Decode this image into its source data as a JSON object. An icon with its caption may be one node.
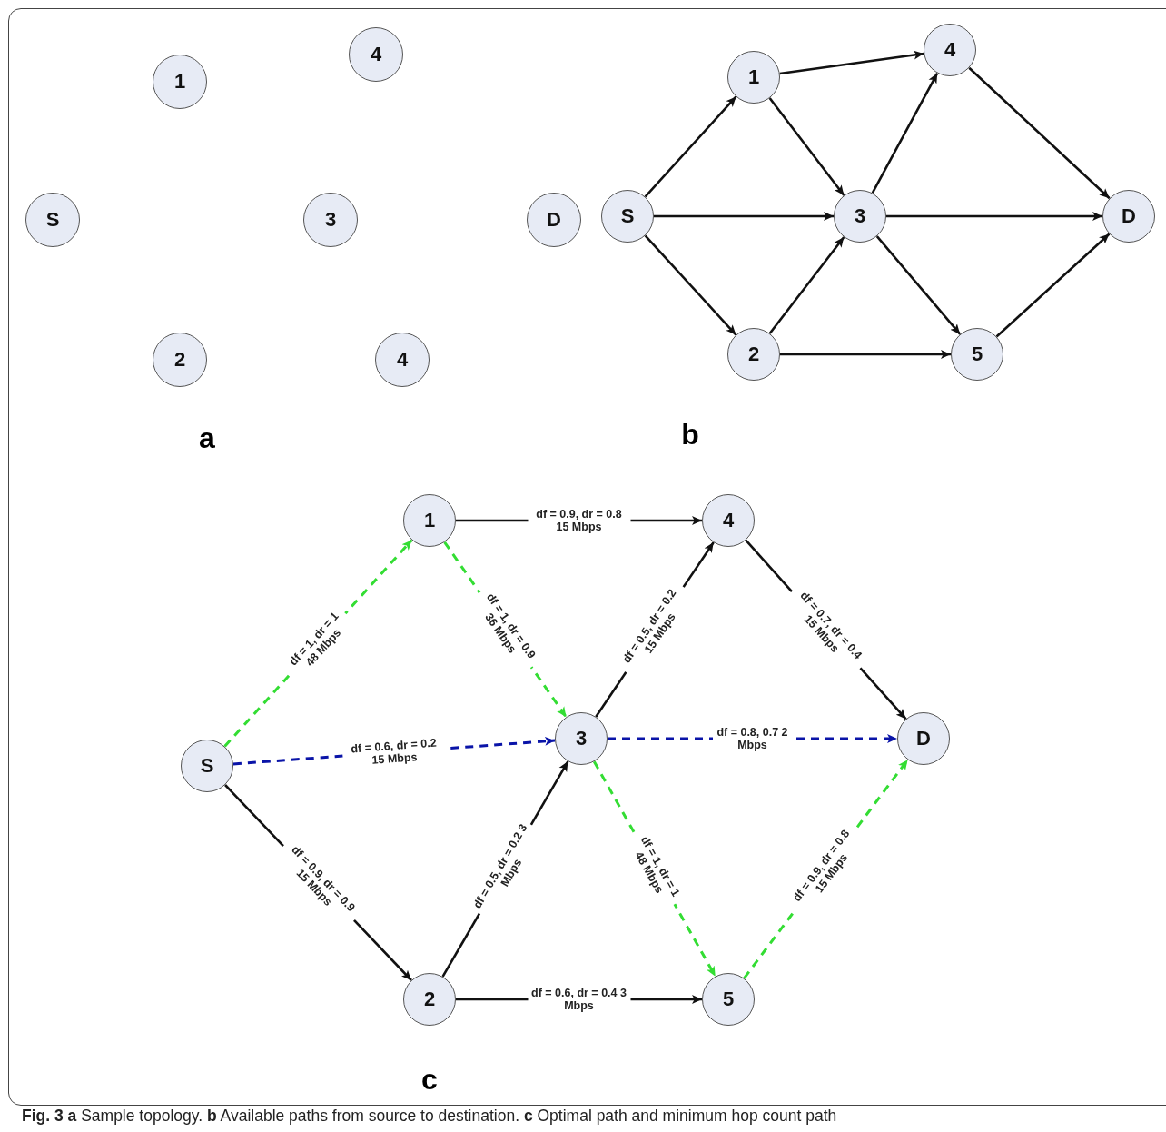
{
  "diagram": {
    "caption": "**Fig. 3 a** Sample topology. **b** Available paths from source to destination. **c** Optimal path and minimum hop count path",
    "nodes": [
      {
        "text": [
          "1"
        ]
      },
      {
        "text": [
          "4"
        ]
      },
      {
        "text": [
          "S"
        ]
      },
      {
        "text": [
          "3"
        ]
      },
      {
        "text": [
          "D"
        ]
      },
      {
        "text": [
          "2"
        ]
      },
      {
        "text": [
          "4"
        ]
      },
      {
        "text": [
          "1"
        ]
      },
      {
        "text": [
          "4"
        ]
      },
      {
        "text": [
          "S"
        ]
      },
      {
        "text": [
          "3"
        ]
      },
      {
        "text": [
          "D"
        ]
      },
      {
        "text": [
          "2"
        ]
      },
      {
        "text": [
          "5"
        ]
      },
      {
        "text": [
          "1"
        ]
      },
      {
        "text": [
          "4"
        ]
      },
      {
        "text": [
          "S"
        ]
      },
      {
        "text": [
          "3"
        ]
      },
      {
        "text": [
          "D"
        ]
      },
      {
        "text": [
          "2"
        ]
      },
      {
        "text": [
          "5"
        ]
      }
    ],
    "edges": [
      {
        "from": 9,
        "to": 7,
        "arrow": "to"
      },
      {
        "from": 9,
        "to": 10,
        "arrow": "to"
      },
      {
        "from": 9,
        "to": 12,
        "arrow": "to"
      },
      {
        "from": 7,
        "to": 8,
        "arrow": "to"
      },
      {
        "from": 7,
        "to": 10,
        "arrow": "to"
      },
      {
        "from": 12,
        "to": 10,
        "arrow": "to"
      },
      {
        "from": 12,
        "to": 13,
        "arrow": "to"
      },
      {
        "from": 10,
        "to": 8,
        "arrow": "to"
      },
      {
        "from": 10,
        "to": 11,
        "arrow": "to"
      },
      {
        "from": 10,
        "to": 13,
        "arrow": "to"
      },
      {
        "from": 8,
        "to": 11,
        "arrow": "to"
      },
      {
        "from": 13,
        "to": 11,
        "arrow": "to"
      },
      {
        "from": 16,
        "to": 14,
        "arrow": "to",
        "label": "df = 1, dr = 1 48 Mbps",
        "style": "dashed",
        "color": "#33dd33"
      },
      {
        "from": 14,
        "to": 15,
        "arrow": "to",
        "label": "df = 0.9, dr = 0.8 15 Mbps"
      },
      {
        "from": 14,
        "to": 17,
        "arrow": "to",
        "label": "df = 1, dr = 0.9 36 Mbps",
        "style": "dashed",
        "color": "#33dd33"
      },
      {
        "from": 16,
        "to": 17,
        "arrow": "to",
        "label": "df = 0.6, dr = 0.2 15 Mbps",
        "style": "dashed",
        "color": "#0a14a8"
      },
      {
        "from": 16,
        "to": 19,
        "arrow": "to",
        "label": "df = 0.9, dr = 0.9 15 Mbps"
      },
      {
        "from": 19,
        "to": 17,
        "arrow": "to",
        "label": "df = 0.5, dr = 0.2 3 Mbps"
      },
      {
        "from": 17,
        "to": 15,
        "arrow": "to",
        "label": "df = 0.5, dr = 0.2 15 Mbps"
      },
      {
        "from": 17,
        "to": 18,
        "arrow": "to",
        "label": "df = 0.8, 0.7 2 Mbps",
        "style": "dashed",
        "color": "#0a14a8"
      },
      {
        "from": 15,
        "to": 18,
        "arrow": "to",
        "label": "df = 0.7, dr = 0.4 15 Mbps"
      },
      {
        "from": 19,
        "to": 20,
        "arrow": "to",
        "label": "df = 0.6, dr = 0.4 3 Mbps"
      },
      {
        "from": 17,
        "to": 20,
        "arrow": "to",
        "label": "df = 1, dr = 1 48 Mbps",
        "style": "dashed",
        "color": "#33dd33"
      },
      {
        "from": 20,
        "to": 18,
        "arrow": "to",
        "label": "df = 0.9, dr = 0.8 15 Mbps",
        "style": "dashed",
        "color": "#33dd33"
      }
    ],
    "labels": [
      "a",
      "b",
      "c"
    ]
  }
}
